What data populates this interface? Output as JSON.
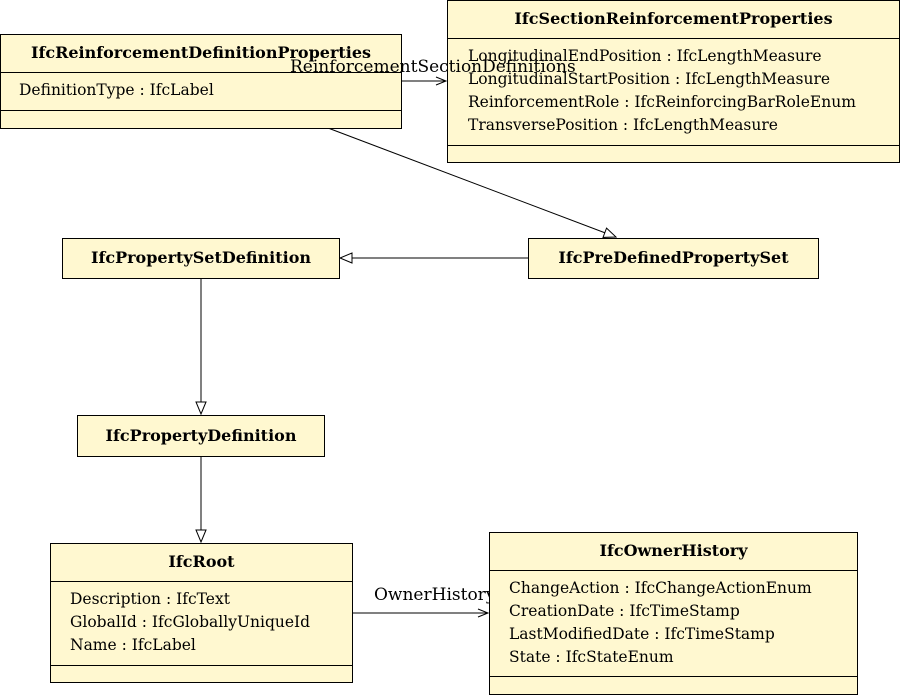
{
  "classes": {
    "reinf_def": {
      "name": "IfcReinforcementDefinitionProperties",
      "attributes": [
        "DefinitionType : IfcLabel"
      ]
    },
    "section_reinf": {
      "name": "IfcSectionReinforcementProperties",
      "attributes": [
        "LongitudinalEndPosition : IfcLengthMeasure",
        "LongitudinalStartPosition : IfcLengthMeasure",
        "ReinforcementRole : IfcReinforcingBarRoleEnum",
        "TransversePosition : IfcLengthMeasure"
      ]
    },
    "pset_def": {
      "name": "IfcPropertySetDefinition"
    },
    "predef_pset": {
      "name": "IfcPreDefinedPropertySet"
    },
    "prop_def": {
      "name": "IfcPropertyDefinition"
    },
    "root": {
      "name": "IfcRoot",
      "attributes": [
        "Description : IfcText",
        "GlobalId : IfcGloballyUniqueId",
        "Name : IfcLabel"
      ]
    },
    "owner_history": {
      "name": "IfcOwnerHistory",
      "attributes": [
        "ChangeAction : IfcChangeActionEnum",
        "CreationDate : IfcTimeStamp",
        "LastModifiedDate : IfcTimeStamp",
        "State : IfcStateEnum"
      ]
    }
  },
  "associations": {
    "reinforcement_section_definitions": "ReinforcementSectionDefinitions",
    "owner_history": "OwnerHistory"
  }
}
